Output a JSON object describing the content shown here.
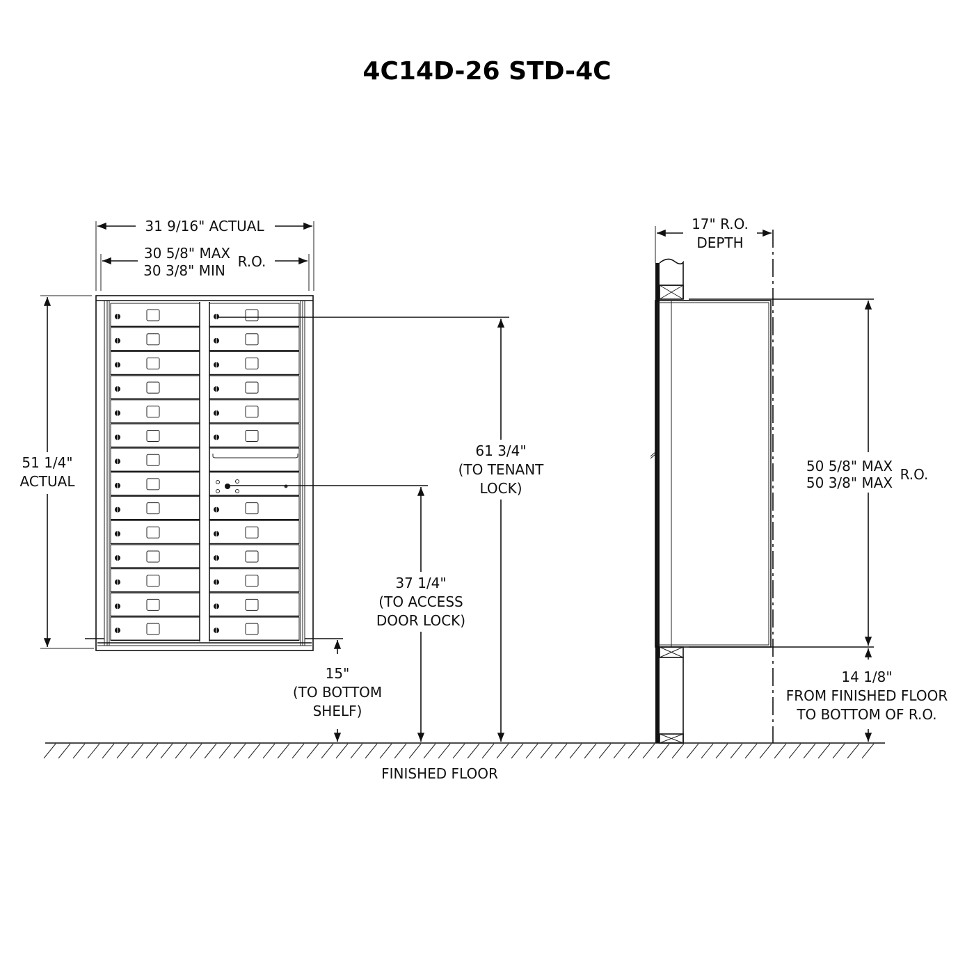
{
  "title": "4C14D-26 STD-4C",
  "front_view": {
    "width_actual": "31 9/16\" ACTUAL",
    "ro_max": "30 5/8\" MAX",
    "ro_min": "30 3/8\" MIN",
    "ro_label": "R.O.",
    "height_line1": "51 1/4\"",
    "height_line2": "ACTUAL",
    "tenant_lock": [
      "61 3/4\"",
      "(TO TENANT",
      "LOCK)"
    ],
    "access_lock": [
      "37 1/4\"",
      "(TO ACCESS",
      "DOOR LOCK)"
    ],
    "bottom_shelf": [
      "15\"",
      "(TO BOTTOM",
      "SHELF)"
    ],
    "left_column_doors": 14,
    "right_column_doors": 12
  },
  "side_view": {
    "depth_line1": "17\" R.O.",
    "depth_line2": "DEPTH",
    "ro_height_max": "50 5/8\" MAX",
    "ro_height_min": "50 3/8\" MAX",
    "ro_label": "R.O.",
    "floor_dim": [
      "14 1/8\"",
      "FROM FINISHED FLOOR",
      "TO BOTTOM OF R.O."
    ]
  },
  "floor_label": "FINISHED FLOOR"
}
